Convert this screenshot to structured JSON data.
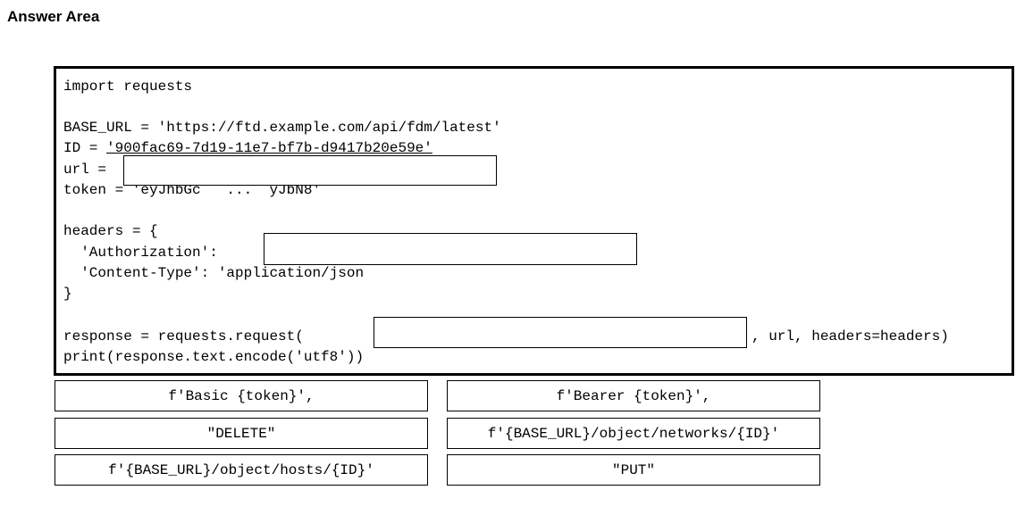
{
  "title": "Answer Area",
  "code": {
    "line_import": "import requests",
    "line_base_url": "BASE_URL = 'https://ftd.example.com/api/fdm/latest'",
    "line_id_prefix": "ID = ",
    "line_id_value": "'900fac69-7d19-11e7-bf7b-d9417b20e59e'",
    "line_url": "url =",
    "line_token": "token = 'eyJhbGc   ...  yJbN8'",
    "line_headers_open": "headers = {",
    "line_authorization": "  'Authorization':",
    "line_content_type": "  'Content-Type': 'application/json",
    "line_headers_close": "}",
    "line_response": "response = requests.request(",
    "line_response_tail": ", url, headers=headers)",
    "line_print": "print(response.text.encode('utf8'))"
  },
  "options": [
    {
      "id": "basic-token",
      "label": "f'Basic {token}',"
    },
    {
      "id": "bearer-token",
      "label": "f'Bearer {token}',"
    },
    {
      "id": "delete",
      "label": "\"DELETE\""
    },
    {
      "id": "networks-url",
      "label": "f'{BASE_URL}/object/networks/{ID}'"
    },
    {
      "id": "hosts-url",
      "label": "f'{BASE_URL}/object/hosts/{ID}'"
    },
    {
      "id": "put",
      "label": "\"PUT\""
    }
  ]
}
